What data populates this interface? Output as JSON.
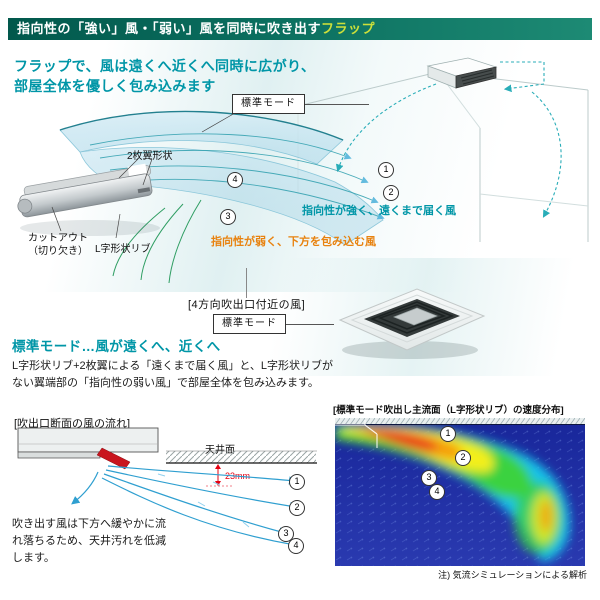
{
  "header": {
    "title_main": "指向性の「強い」風・「弱い」風を同時に吹き出す",
    "title_accent": "フラップ"
  },
  "intro": {
    "line1": "フラップで、風は遠くへ近くへ同時に広がり、",
    "line2": "部屋全体を優しく包み込みます"
  },
  "flap_diagram": {
    "mode_box": "標準モード",
    "label_two_blade": "2枚翼形状",
    "label_cutout_line1": "カットアウト",
    "label_cutout_line2": "（切り欠き）",
    "label_rib": "L字形状リブ",
    "wind_strong": "指向性が強く、遠くまで届く風",
    "wind_weak": "指向性が弱く、下方を包み込む風",
    "num1": "1",
    "num2": "2",
    "num3": "3",
    "num4": "4"
  },
  "near_outlet": {
    "caption": "[4方向吹出口付近の風]",
    "mode_box": "標準モード"
  },
  "standard_mode": {
    "heading": "標準モード…風が遠くへ、近くへ",
    "body": "L字形状リブ+2枚翼による「遠くまで届く風」と、L字形状リブがない翼端部の「指向性の弱い風」で部屋全体を包み込みます。"
  },
  "cross_section": {
    "title": "[吹出口断面の風の流れ]",
    "ceiling_label": "天井面",
    "dimension": "23mm",
    "caption": "吹き出す風は下方へ緩やかに流れ落ちるため、天井汚れを低減します。",
    "num1": "1",
    "num2": "2",
    "num3": "3",
    "num4": "4"
  },
  "velocity_map": {
    "title": "[標準モード吹出し主流面（L字形状リブ）の速度分布]",
    "note": "注) 気流シミュレーションによる解析",
    "num1": "1",
    "num2": "2",
    "num3": "3",
    "num4": "4"
  },
  "colors": {
    "header_green": "#0b6f5f",
    "accent_yellow_green": "#cde03a",
    "heading_teal": "#0096a7",
    "wind_weak_orange": "#e8820f",
    "dimension_red": "#e60012",
    "stream_blue": "#2f9fd0",
    "heatmap_bg_blue": "#1c2ba0"
  }
}
